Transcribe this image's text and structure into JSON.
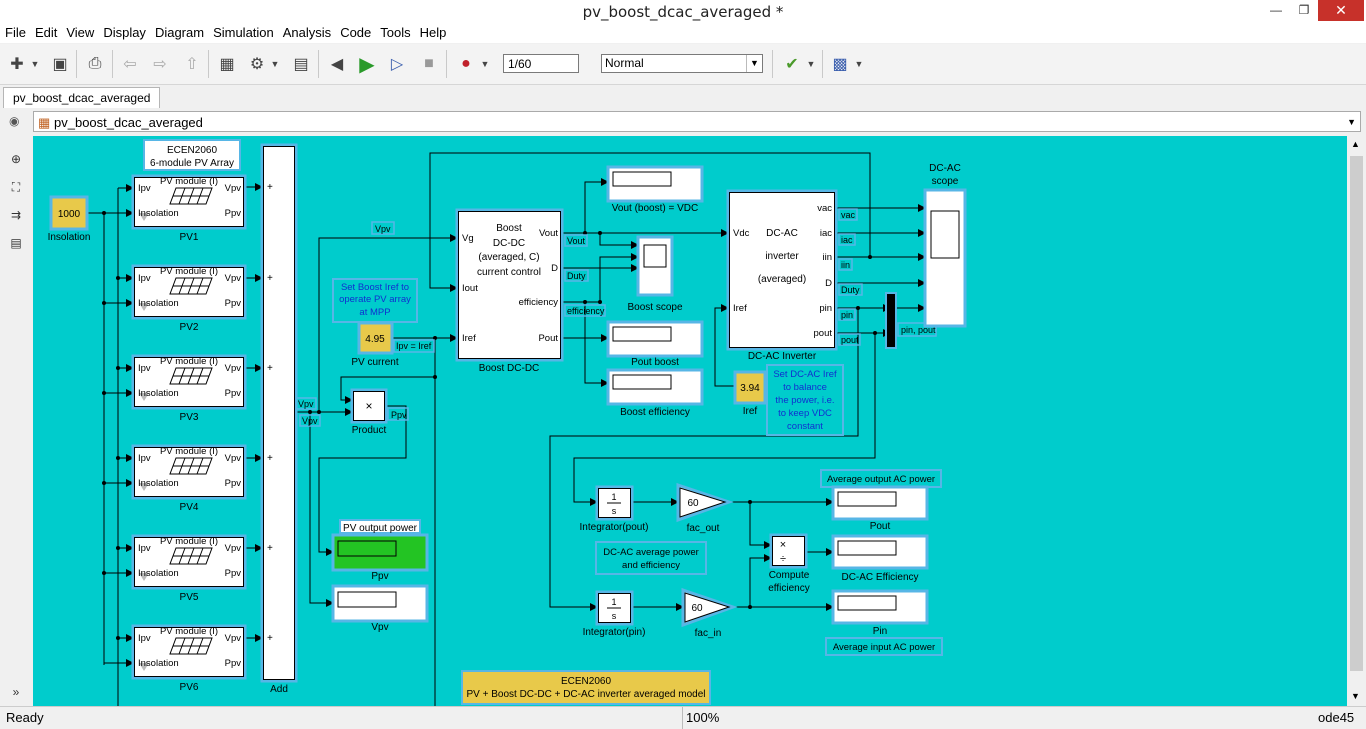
{
  "window": {
    "title": "pv_boost_dcac_averaged *"
  },
  "menu": [
    "File",
    "Edit",
    "View",
    "Display",
    "Diagram",
    "Simulation",
    "Analysis",
    "Code",
    "Tools",
    "Help"
  ],
  "toolbar": {
    "stop_time": "1/60",
    "sim_mode": "Normal"
  },
  "tab": {
    "label": "pv_boost_dcac_averaged"
  },
  "address": {
    "path": "pv_boost_dcac_averaged"
  },
  "status": {
    "left": "Ready",
    "zoom": "100%",
    "solver": "ode45"
  },
  "diagram": {
    "pv_array_label": [
      "ECEN2060",
      "6-module PV Array"
    ],
    "insolation_value": "1000",
    "insolation_label": "Insolation",
    "pv_module_title": "PV module (I)",
    "pv_ports": {
      "ipv": "Ipv",
      "vpv": "Vpv",
      "insolation": "Insolation",
      "ppv": "Ppv"
    },
    "pv_names": [
      "PV1",
      "PV2",
      "PV3",
      "PV4",
      "PV5",
      "PV6"
    ],
    "add_label": "Add",
    "plus": "+",
    "boost_note": [
      "Set Boost Iref to",
      "operate PV array",
      "at MPP"
    ],
    "pv_current_value": "4.95",
    "pv_current_label": "PV current",
    "ipv_iref_label": "Ipv = Iref",
    "product_label": "Product",
    "product_symbol": "×",
    "pv_output_power_label": "PV output power",
    "ppv_label": "Ppv",
    "vpv_label": "Vpv",
    "boost": {
      "title": [
        "Boost",
        "DC-DC",
        "(averaged, C)",
        "current control"
      ],
      "ports_in": [
        "Vg",
        "Iout",
        "Iref"
      ],
      "ports_out": [
        "Vout",
        "D",
        "efficiency",
        "Pout"
      ],
      "name": "Boost DC-DC"
    },
    "signals": {
      "vpv": "Vpv",
      "ppv": "Ppv",
      "vout": "Vout",
      "duty": "Duty",
      "efficiency": "efficiency",
      "vac": "vac",
      "iac": "iac",
      "iin": "iin",
      "duty2": "Duty",
      "pin": "pin",
      "pout": "pout"
    },
    "vout_boost_label": "Vout (boost) = VDC",
    "boost_scope_label": "Boost scope",
    "pout_boost_label": "Pout boost",
    "boost_eff_label": "Boost efficiency",
    "dcac": {
      "title": [
        "DC-AC",
        "inverter",
        "(averaged)"
      ],
      "ports_in": [
        "Vdc",
        "Iref"
      ],
      "ports_out": [
        "vac",
        "iac",
        "iin",
        "D",
        "pin",
        "pout"
      ],
      "name": "DC-AC Inverter"
    },
    "iref_value": "3.94",
    "iref_label": "Iref",
    "dcac_note": [
      "Set DC-AC Iref",
      "to balance",
      "the power, i.e.",
      "to keep VDC",
      "constant"
    ],
    "scope_title": [
      "DC-AC",
      "scope"
    ],
    "mux_label": "pin, pout",
    "integrator_symbol": [
      "1",
      "s"
    ],
    "integrator_pout": "Integrator(pout)",
    "integrator_pin": "Integrator(pin)",
    "fac_value": "60",
    "fac_out": "fac_out",
    "fac_in": "fac_in",
    "avg_power_note": [
      "DC-AC average power",
      "and efficiency"
    ],
    "divide_symbol": [
      "×",
      "÷"
    ],
    "compute_eff": [
      "Compute",
      "efficiency"
    ],
    "avg_output_power": "Average output AC power",
    "pout_label": "Pout",
    "dcac_eff_label": "DC-AC Efficiency",
    "pin_label": "Pin",
    "avg_input_power": "Average input AC power",
    "footer_note": [
      "ECEN2060",
      "PV + Boost DC-DC + DC-AC inverter averaged model"
    ]
  }
}
